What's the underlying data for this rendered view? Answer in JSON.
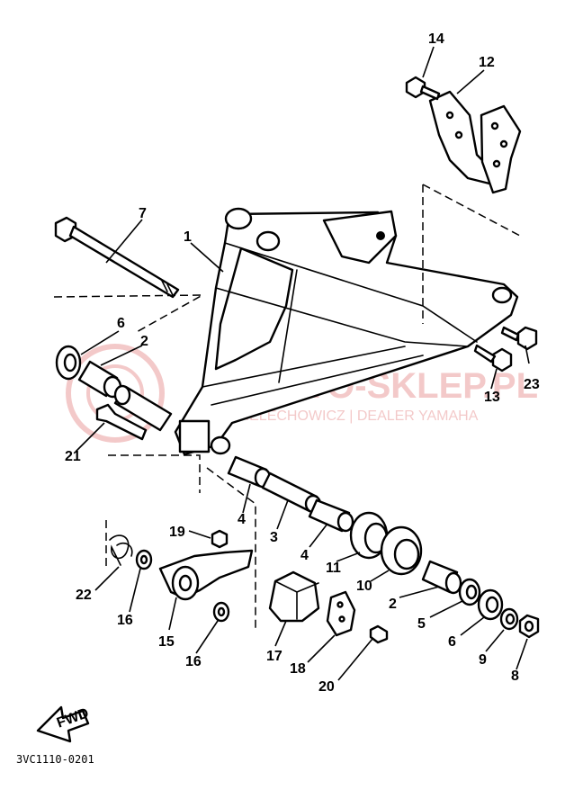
{
  "diagram": {
    "part_numbers": [
      "1",
      "2",
      "3",
      "4",
      "5",
      "6",
      "7",
      "8",
      "9",
      "10",
      "11",
      "12",
      "13",
      "14",
      "15",
      "16",
      "17",
      "18",
      "19",
      "20",
      "21",
      "22",
      "23"
    ],
    "direction_label": "FWD",
    "drawing_code": "3VC1110-0201",
    "watermark": {
      "brand": "MOTO-SKLEP.PL",
      "subtitle": "PIELECHOWICZ | DEALER YAMAHA"
    }
  }
}
